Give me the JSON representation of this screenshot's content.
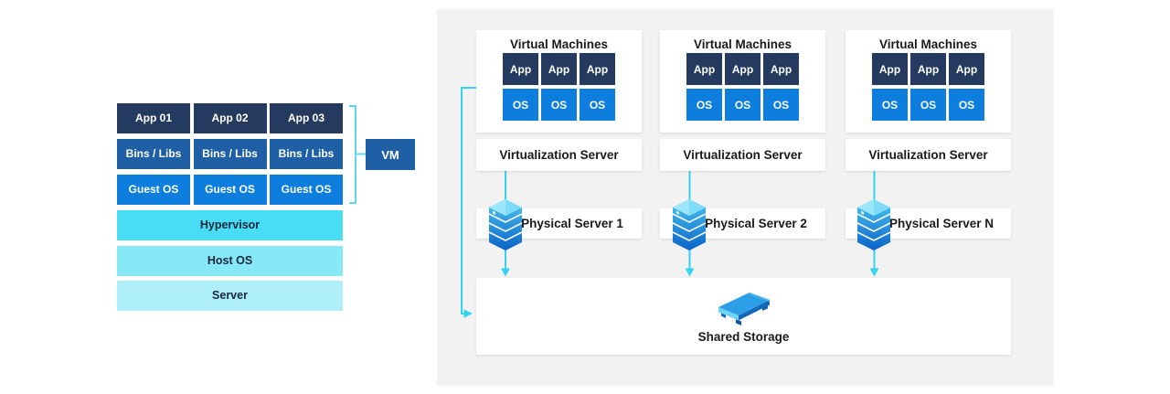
{
  "colors": {
    "panel_bg": "#f2f2f2",
    "card_bg": "#ffffff",
    "app_dark": "#243a5e",
    "mid_blue": "#1e5fa6",
    "bright_blue": "#0d7edd",
    "hypervisor": "#48dcf5",
    "host_os": "#87e8f6",
    "server": "#aeeffa",
    "connector": "#35d2f2",
    "bracket": "#5cd8f2",
    "text_dark": "#1b1a19",
    "text_navy": "#16283c",
    "text_light": "#ffffff"
  },
  "left_stack": {
    "row_app": [
      "App 01",
      "App 02",
      "App 03"
    ],
    "row_bins": [
      "Bins / Libs",
      "Bins / Libs",
      "Bins / Libs"
    ],
    "row_guest": [
      "Guest OS",
      "Guest OS",
      "Guest OS"
    ],
    "layer_rows": [
      "Hypervisor",
      "Host OS",
      "Server"
    ],
    "vm_label": "VM"
  },
  "right_panel": {
    "columns": [
      {
        "title": "Virtual Machines",
        "apps": [
          "App",
          "App",
          "App"
        ],
        "oses": [
          "OS",
          "OS",
          "OS"
        ],
        "virtualization_label": "Virtualization Server",
        "physical_label": "Physical Server 1"
      },
      {
        "title": "Virtual Machines",
        "apps": [
          "App",
          "App",
          "App"
        ],
        "oses": [
          "OS",
          "OS",
          "OS"
        ],
        "virtualization_label": "Virtualization Server",
        "physical_label": "Physical Server 2"
      },
      {
        "title": "Virtual Machines",
        "apps": [
          "App",
          "App",
          "App"
        ],
        "oses": [
          "OS",
          "OS",
          "OS"
        ],
        "virtualization_label": "Virtualization Server",
        "physical_label": "Physical Server N"
      }
    ],
    "shared_storage_label": "Shared Storage"
  },
  "icons": {
    "server_stack": "server-stack-icon",
    "shared_storage": "shared-storage-icon"
  }
}
